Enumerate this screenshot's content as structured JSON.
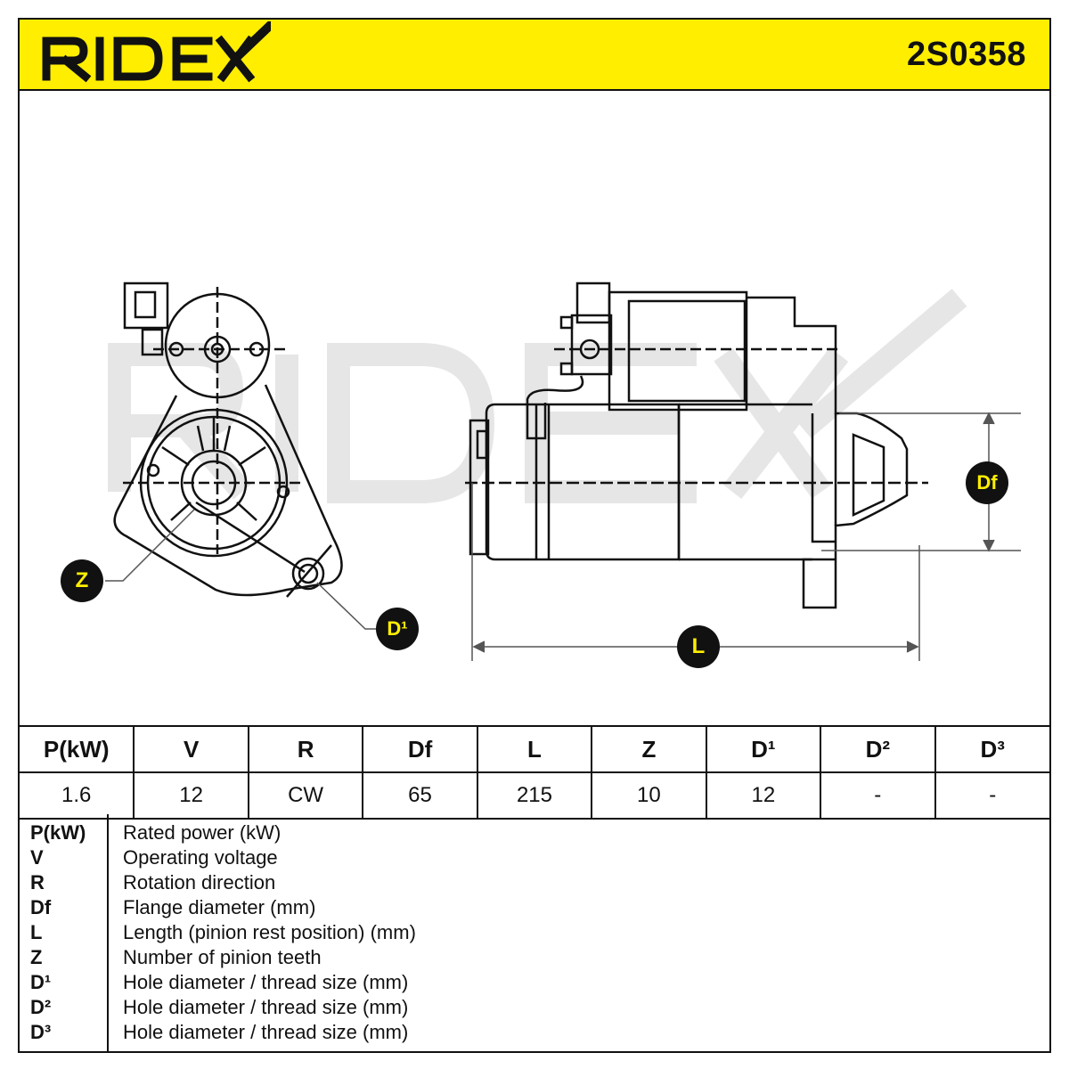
{
  "header": {
    "brand": "RIDEX",
    "part_number": "2S0358"
  },
  "callouts": {
    "z": "Z",
    "d1": "D¹",
    "l": "L",
    "df": "Df"
  },
  "colors": {
    "accent": "#ffee00",
    "ink": "#111111",
    "watermark": "#e6e6e6"
  },
  "spec_table": {
    "columns": [
      "P(kW)",
      "V",
      "R",
      "Df",
      "L",
      "Z",
      "D¹",
      "D²",
      "D³"
    ],
    "values": [
      "1.6",
      "12",
      "CW",
      "65",
      "215",
      "10",
      "12",
      "-",
      "-"
    ]
  },
  "legend": [
    {
      "key": "P(kW)",
      "desc": "Rated power (kW)"
    },
    {
      "key": "V",
      "desc": "Operating voltage"
    },
    {
      "key": "R",
      "desc": "Rotation direction"
    },
    {
      "key": "Df",
      "desc": "Flange diameter (mm)"
    },
    {
      "key": "L",
      "desc": "Length (pinion rest position) (mm)"
    },
    {
      "key": "Z",
      "desc": "Number of pinion teeth"
    },
    {
      "key": "D¹",
      "desc": "Hole diameter / thread size (mm)"
    },
    {
      "key": "D²",
      "desc": "Hole diameter / thread size (mm)"
    },
    {
      "key": "D³",
      "desc": "Hole diameter / thread size (mm)"
    }
  ]
}
